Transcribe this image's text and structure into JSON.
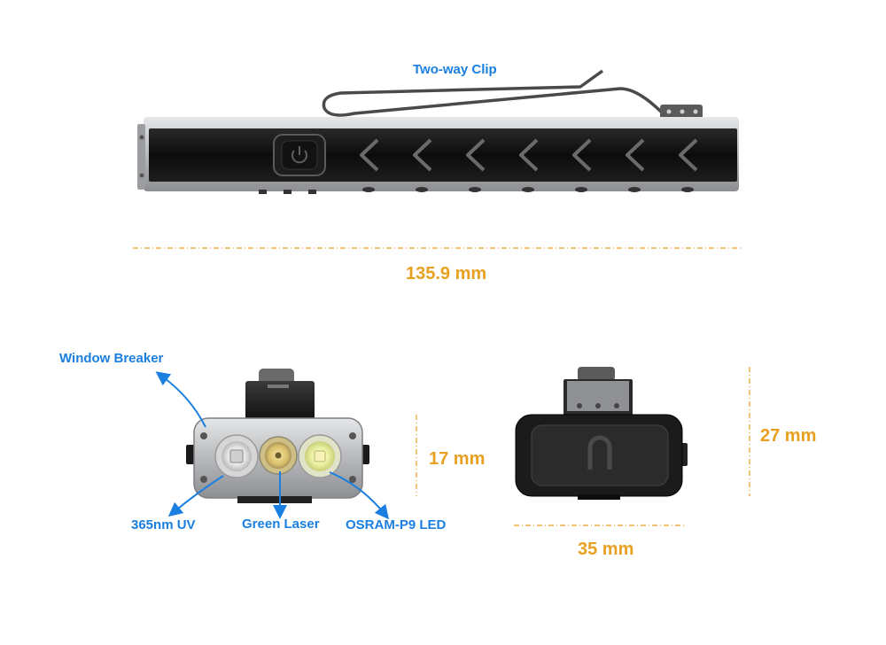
{
  "labels": {
    "clip": "Two-way Clip",
    "window_breaker": "Window Breaker",
    "uv": "365nm UV",
    "laser": "Green Laser",
    "led": "OSRAM-P9 LED"
  },
  "dimensions": {
    "length": "135.9 mm",
    "width": "35 mm",
    "head_height": "17 mm",
    "body_height": "27 mm"
  },
  "colors": {
    "callout": "#1a7fe0",
    "dimension": "#e8a020",
    "body_dark": "#111111",
    "frame_silver": "#c9cbce"
  },
  "icons": {
    "power": "power-icon",
    "arrows": "chevron-left-icon"
  }
}
